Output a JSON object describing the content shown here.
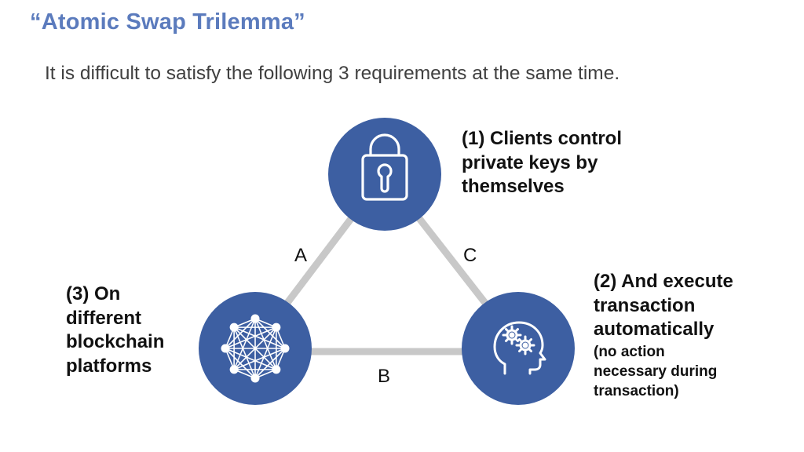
{
  "title": "“Atomic Swap Trilemma”",
  "subtitle": "It is difficult to satisfy the following 3 requirements at the same time.",
  "colors": {
    "circle": "#3d5fa2",
    "edge": "#c8c8c8",
    "title": "#5b7bbd"
  },
  "nodes": {
    "top": {
      "icon": "lock-icon"
    },
    "right": {
      "icon": "head-gears-icon"
    },
    "left": {
      "icon": "network-mesh-icon"
    }
  },
  "edges": {
    "a": "A",
    "b": "B",
    "c": "C"
  },
  "requirements": {
    "r1": {
      "lines": [
        "(1) Clients control",
        "private keys by",
        "themselves"
      ]
    },
    "r2": {
      "lines": [
        "(2) And execute",
        "transaction",
        "automatically"
      ],
      "note": [
        "(no action",
        "necessary during",
        "transaction)"
      ]
    },
    "r3": {
      "lines": [
        "(3) On",
        "different",
        "blockchain",
        "platforms"
      ]
    }
  }
}
